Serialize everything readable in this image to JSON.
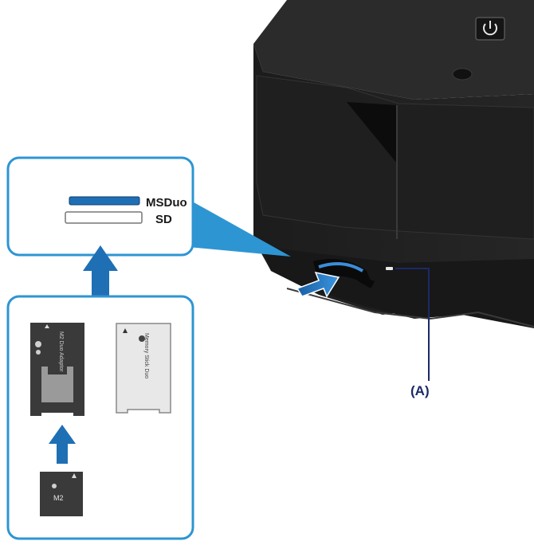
{
  "labels": {
    "msduo": "MSDuo",
    "sd": "SD",
    "callout_a": "(A)"
  },
  "icons": {
    "power_button": "power-icon",
    "insert_arrow": "arrow-icon",
    "up_arrow": "arrow-up-icon"
  },
  "colors": {
    "printer_body": "#1e1e1e",
    "printer_dark": "#101010",
    "panel_border": "#2e95d3",
    "panel_fill": "#ffffff",
    "slot_msduo": "#1f6fb5",
    "arrow_blue": "#1f6fb5",
    "callout_line": "#1b2a66",
    "card_dark": "#3a3a3a",
    "card_light": "#e8e8e8"
  }
}
